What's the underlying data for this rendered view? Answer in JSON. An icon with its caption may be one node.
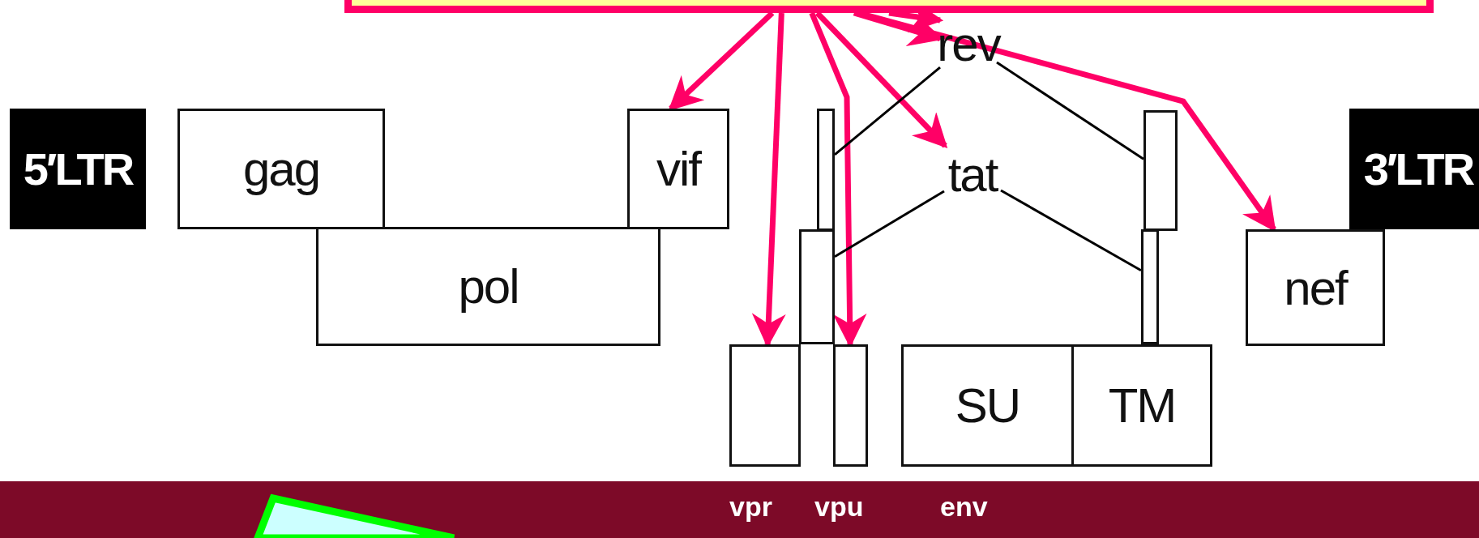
{
  "diagram": {
    "nodes": [
      {
        "text": [],
        "shape": "box"
      },
      {
        "text": [
          "5′LTR"
        ]
      },
      {
        "text": [
          "gag"
        ]
      },
      {
        "text": [
          "vif"
        ]
      },
      {
        "text": [
          "rev"
        ]
      },
      {
        "text": [],
        "shape": "box"
      },
      {
        "text": [],
        "shape": "box"
      },
      {
        "text": [
          "tat"
        ]
      },
      {
        "text": [
          "3′LTR"
        ]
      },
      {
        "text": [
          "pol"
        ]
      },
      {
        "text": [],
        "shape": "box"
      },
      {
        "text": [],
        "shape": "box"
      },
      {
        "text": [
          "nef"
        ]
      },
      {
        "text": [],
        "shape": "box"
      },
      {
        "text": [],
        "shape": "box"
      },
      {
        "text": [
          "SU"
        ]
      },
      {
        "text": [
          "TM"
        ]
      },
      {
        "text": [],
        "shape": "box"
      }
    ],
    "edges": [
      {
        "from": 0,
        "to": 3,
        "arrow": "to"
      },
      {
        "from": 0,
        "to": 4,
        "arrow": "to"
      },
      {
        "from": 0,
        "to": 4,
        "arrow": "to"
      },
      {
        "from": 0,
        "to": 7,
        "arrow": "to"
      },
      {
        "from": 0,
        "to": 13,
        "arrow": "to"
      },
      {
        "from": 0,
        "to": 14,
        "arrow": "to"
      },
      {
        "from": 0,
        "to": 12,
        "arrow": "to"
      },
      {
        "from": 4,
        "to": 5,
        "arrow": "none",
        "color": "#000000"
      },
      {
        "from": 4,
        "to": 6,
        "arrow": "none",
        "color": "#000000"
      },
      {
        "from": 7,
        "to": 10,
        "arrow": "none",
        "color": "#000000"
      },
      {
        "from": 7,
        "to": 11,
        "arrow": "none",
        "color": "#000000"
      }
    ],
    "labels": [
      "vpr",
      "vpu",
      "env"
    ]
  }
}
